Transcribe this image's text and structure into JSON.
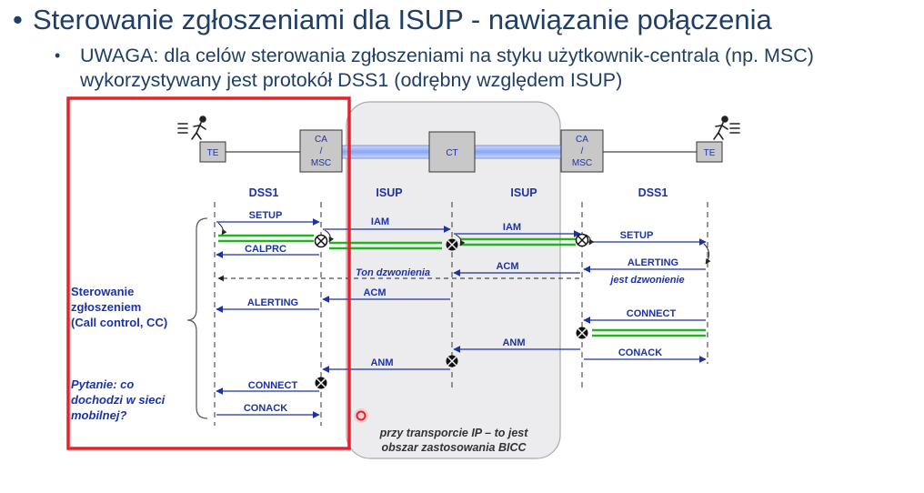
{
  "heading": {
    "bullet": "•",
    "title": "Sterowanie zgłoszeniami dla ISUP - nawiązanie połączenia"
  },
  "note": {
    "bullet": "•",
    "line1": "UWAGA: dla celów sterowania zgłoszeniami na styku użytkownik-centrala (np. MSC)",
    "line2": "wykorzystywany jest protokół DSS1 (odrębny względem ISUP)"
  },
  "nodes": {
    "te_left": "TE",
    "ca_left": [
      "CA",
      "/",
      "MSC"
    ],
    "ct": "CT",
    "ca_right": [
      "CA",
      "/",
      "MSC"
    ],
    "te_right": "TE"
  },
  "protocols": [
    "DSS1",
    "ISUP",
    "ISUP",
    "DSS1"
  ],
  "messages": {
    "setup_left": "SETUP",
    "calprc": "CALPRC",
    "iam1": "IAM",
    "iam2": "IAM",
    "setup_right": "SETUP",
    "alerting_right": "ALERTING",
    "acm_right": "ACM",
    "acm_left": "ACM",
    "alerting_left": "ALERTING",
    "connect_right": "CONNECT",
    "conack_right": "CONACK",
    "anm_right": "ANM",
    "anm_left": "ANM",
    "connect_left": "CONNECT",
    "conack_left": "CONACK"
  },
  "annotations": {
    "ton": "Ton dzwonienia",
    "jest": "jest dzwonienie",
    "cc": [
      "Sterowanie",
      "zgłoszeniem",
      "(Call control, CC)"
    ],
    "pytanie": [
      "Pytanie: co",
      "dochodzi w sieci",
      "mobilnej?"
    ],
    "ip": [
      "przy transporcie IP – to jest",
      "obszar zastosowania BICC"
    ]
  },
  "colors": {
    "title": "#1f3f66",
    "signal": "#1c33a8",
    "green": "#22b322",
    "highlight": "#e8202a"
  }
}
